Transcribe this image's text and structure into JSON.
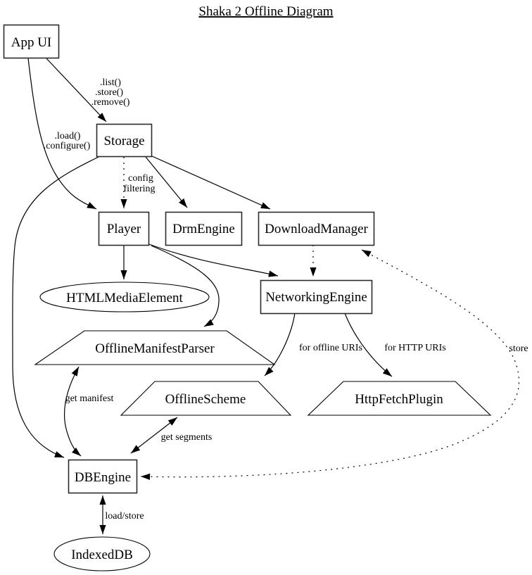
{
  "title": "Shaka 2 Offline Diagram",
  "colors": {
    "stroke": "#000000",
    "background": "#ffffff"
  },
  "nodes": {
    "app_ui": {
      "label": "App UI",
      "shape": "rectangle"
    },
    "storage": {
      "label": "Storage",
      "shape": "rectangle"
    },
    "player": {
      "label": "Player",
      "shape": "rectangle"
    },
    "drm_engine": {
      "label": "DrmEngine",
      "shape": "rectangle"
    },
    "download_manager": {
      "label": "DownloadManager",
      "shape": "rectangle"
    },
    "networking_engine": {
      "label": "NetworkingEngine",
      "shape": "rectangle"
    },
    "html_media_element": {
      "label": "HTMLMediaElement",
      "shape": "ellipse"
    },
    "offline_manifest_parser": {
      "label": "OfflineManifestParser",
      "shape": "trapezium"
    },
    "offline_scheme": {
      "label": "OfflineScheme",
      "shape": "trapezium"
    },
    "http_fetch_plugin": {
      "label": "HttpFetchPlugin",
      "shape": "trapezium"
    },
    "db_engine": {
      "label": "DBEngine",
      "shape": "rectangle"
    },
    "indexed_db": {
      "label": "IndexedDB",
      "shape": "ellipse"
    }
  },
  "edge_labels": {
    "app_storage_1": ".list()",
    "app_storage_2": ".store()",
    "app_storage_3": ".remove()",
    "app_player_1": ".load()",
    "app_player_2": ".configure()",
    "storage_player_1": "config",
    "storage_player_2": "filtering",
    "networking_offline_scheme": "for offline URIs",
    "networking_http_fetch": "for HTTP URIs",
    "download_db": "store",
    "manifest_db": "get manifest",
    "scheme_db": "get segments",
    "db_indexed": "load/store"
  },
  "edges": [
    {
      "from": "App UI",
      "to": "Storage",
      "style": "solid",
      "dir": "forward",
      "label": ".list() .store() .remove()"
    },
    {
      "from": "App UI",
      "to": "Player",
      "style": "solid",
      "dir": "forward",
      "label": ".load() .configure()"
    },
    {
      "from": "Storage",
      "to": "DBEngine",
      "style": "solid",
      "dir": "forward",
      "label": ""
    },
    {
      "from": "Storage",
      "to": "Player",
      "style": "dotted",
      "dir": "forward",
      "label": "config filtering"
    },
    {
      "from": "Storage",
      "to": "DrmEngine",
      "style": "solid",
      "dir": "forward",
      "label": ""
    },
    {
      "from": "Storage",
      "to": "DownloadManager",
      "style": "solid",
      "dir": "forward",
      "label": ""
    },
    {
      "from": "Player",
      "to": "HTMLMediaElement",
      "style": "solid",
      "dir": "forward",
      "label": ""
    },
    {
      "from": "Player",
      "to": "NetworkingEngine",
      "style": "solid",
      "dir": "forward",
      "label": ""
    },
    {
      "from": "Player",
      "to": "OfflineManifestParser",
      "style": "solid",
      "dir": "forward",
      "label": ""
    },
    {
      "from": "DownloadManager",
      "to": "NetworkingEngine",
      "style": "dotted",
      "dir": "forward",
      "label": ""
    },
    {
      "from": "DownloadManager",
      "to": "DBEngine",
      "style": "dotted",
      "dir": "both",
      "label": "store"
    },
    {
      "from": "NetworkingEngine",
      "to": "OfflineScheme",
      "style": "solid",
      "dir": "forward",
      "label": "for offline URIs"
    },
    {
      "from": "NetworkingEngine",
      "to": "HttpFetchPlugin",
      "style": "solid",
      "dir": "forward",
      "label": "for HTTP URIs"
    },
    {
      "from": "OfflineManifestParser",
      "to": "DBEngine",
      "style": "solid",
      "dir": "both",
      "label": "get manifest"
    },
    {
      "from": "OfflineScheme",
      "to": "DBEngine",
      "style": "solid",
      "dir": "both",
      "label": "get segments"
    },
    {
      "from": "DBEngine",
      "to": "IndexedDB",
      "style": "solid",
      "dir": "both",
      "label": "load/store"
    }
  ]
}
